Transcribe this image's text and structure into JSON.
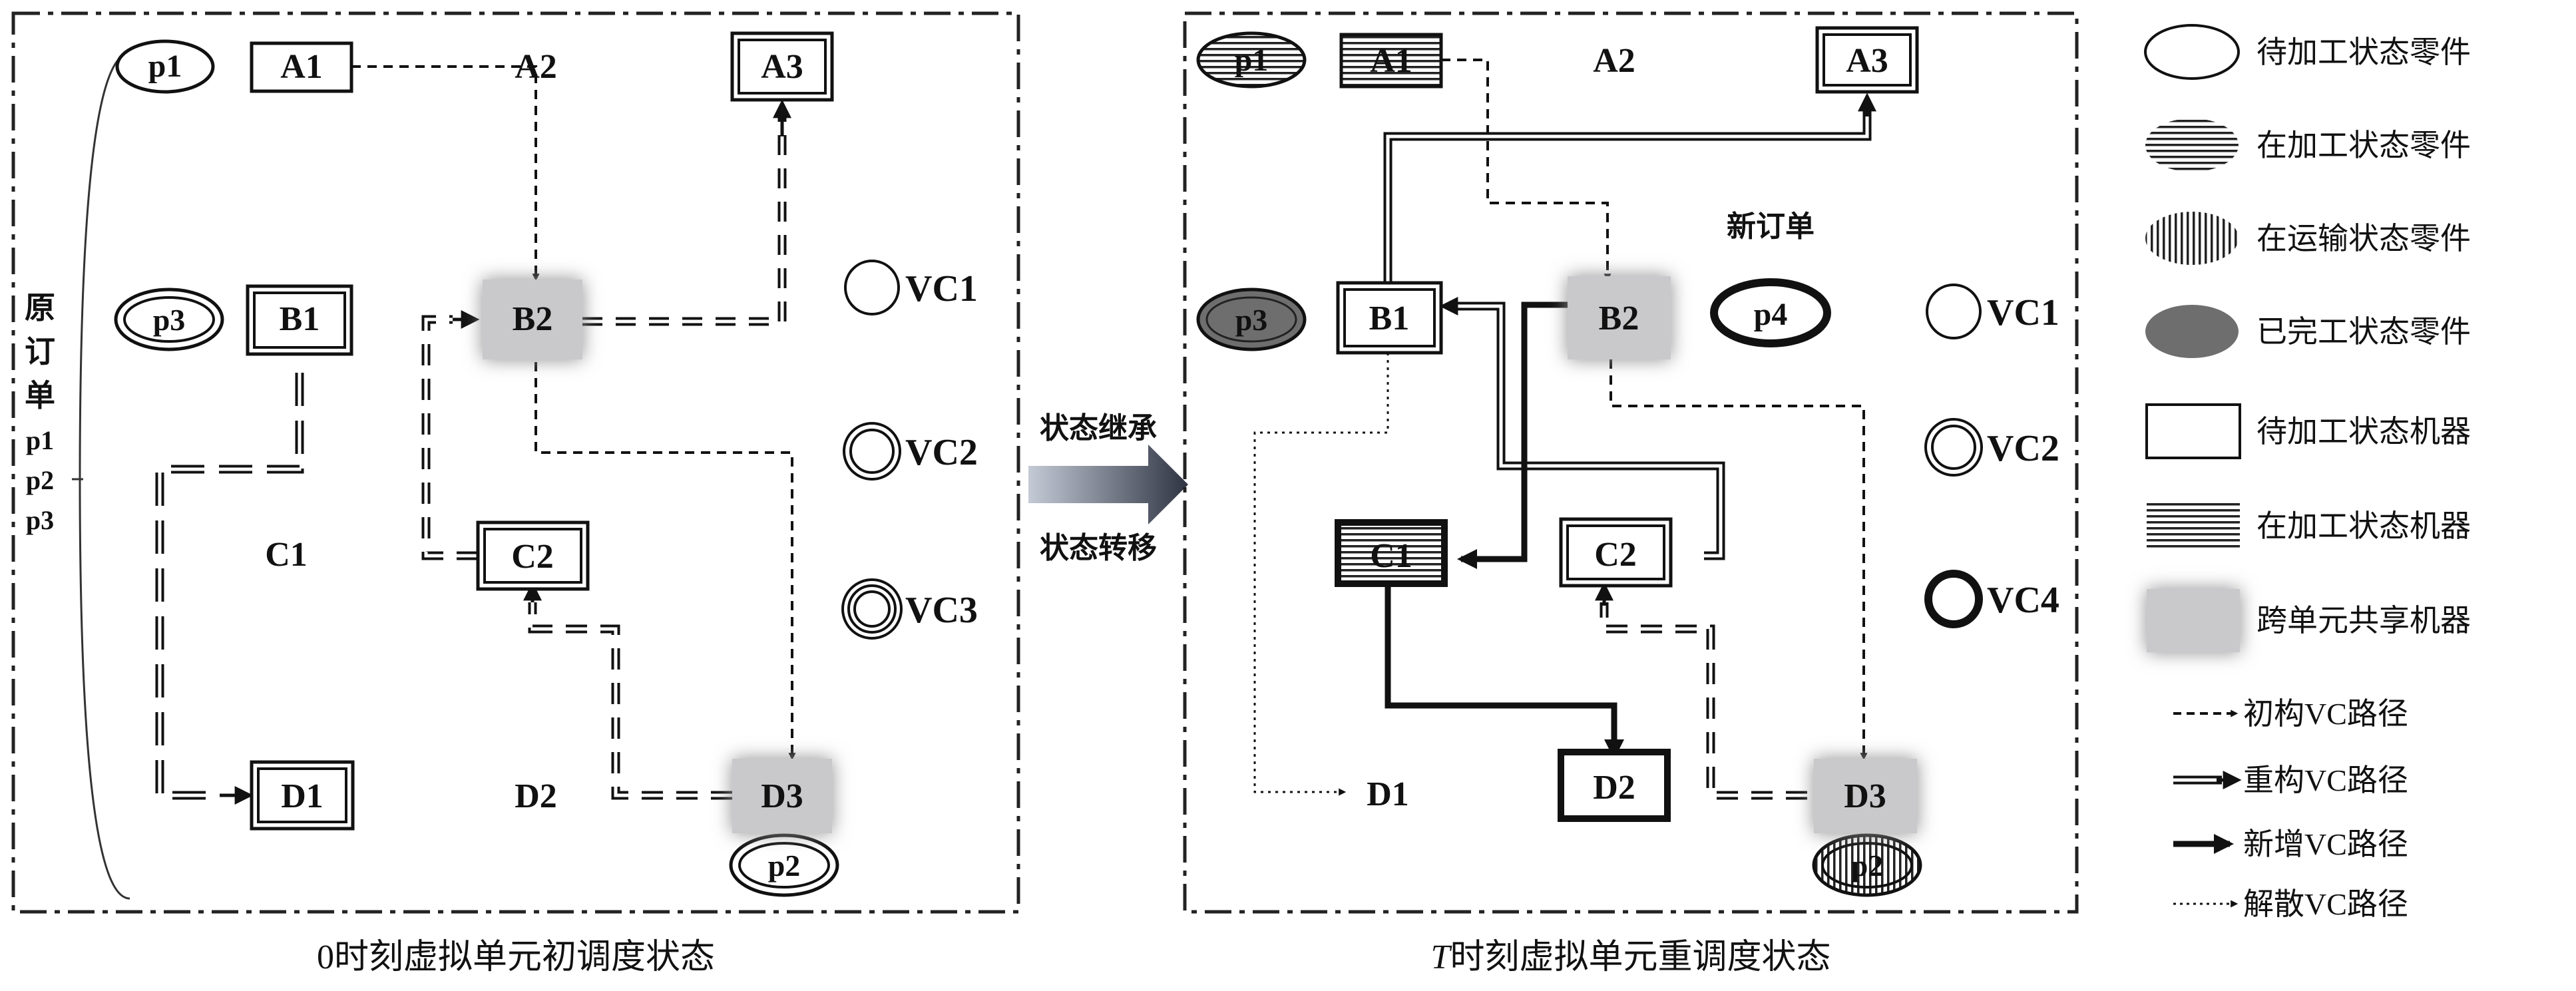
{
  "left_panel": {
    "caption": "0时刻虚拟单元初调度状态",
    "order_label": [
      "原",
      "订",
      "单"
    ],
    "order_parts": [
      "p1",
      "p2",
      "p3"
    ],
    "machines": {
      "A1": "A1",
      "A2": "A2",
      "A3": "A3",
      "B1": "B1",
      "B2": "B2",
      "C1": "C1",
      "C2": "C2",
      "D1": "D1",
      "D2": "D2",
      "D3": "D3"
    },
    "parts": {
      "p1": "p1",
      "p2": "p2",
      "p3": "p3"
    },
    "vcs": [
      "VC1",
      "VC2",
      "VC3"
    ]
  },
  "transfer": {
    "top": "状态继承",
    "bottom": "状态转移"
  },
  "right_panel": {
    "caption_italic": "T",
    "caption_rest": "时刻虚拟单元重调度状态",
    "new_order": "新订单",
    "machines": {
      "A1": "A1",
      "A2": "A2",
      "A3": "A3",
      "B1": "B1",
      "B2": "B2",
      "C1": "C1",
      "C2": "C2",
      "D1": "D1",
      "D2": "D2",
      "D3": "D3"
    },
    "parts": {
      "p1": "p1",
      "p2": "p2",
      "p3": "p3",
      "p4": "p4"
    },
    "vcs": [
      "VC1",
      "VC2",
      "VC4"
    ]
  },
  "legend": {
    "part_waiting": "待加工状态零件",
    "part_processing": "在加工状态零件",
    "part_transport": "在运输状态零件",
    "part_done": "已完工状态零件",
    "machine_waiting": "待加工状态机器",
    "machine_processing": "在加工状态机器",
    "machine_shared": "跨单元共享机器",
    "path_initial": "初构VC路径",
    "path_reconfig": "重构VC路径",
    "path_new": "新增VC路径",
    "path_dissolve": "解散VC路径"
  },
  "colors": {
    "shared_fill": "#c9c9cb",
    "done_fill": "#6e6e6e",
    "ink": "#111111",
    "arrow_start": "#c4cad6",
    "arrow_end": "#2f3442"
  }
}
